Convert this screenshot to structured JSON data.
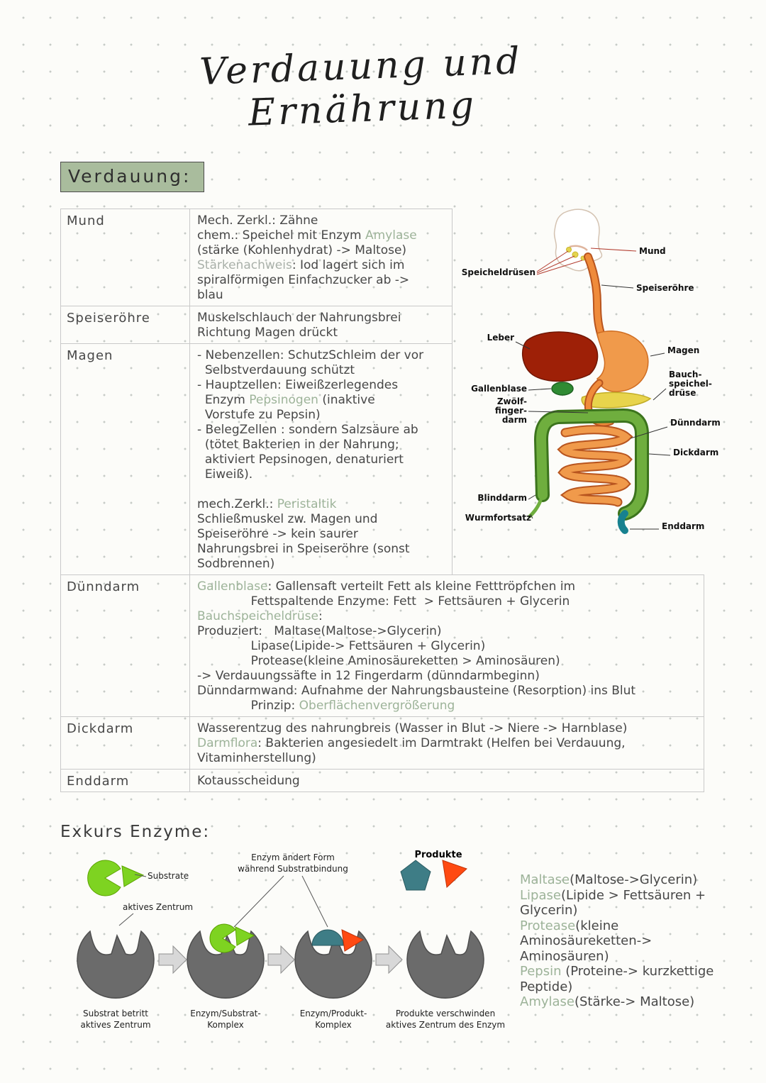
{
  "page": {
    "title": "Verdauung und Ernährung"
  },
  "sections": {
    "verdauung_heading": "Verdauung:",
    "exkurs_heading": "Exkurs Enzyme:"
  },
  "palette": {
    "highlight_green": "#9db399",
    "highlight_gray": "#a9b0a9",
    "heading_bg": "#a9bc9d",
    "organ_orange": "#f09a4b",
    "liver_red": "#9e2007",
    "colon_green": "#6fae3e",
    "pancreas_yellow": "#e8d44c",
    "gallbladder_green": "#2f8b33",
    "rectum_teal": "#17818f",
    "substrate_green": "#7ed321",
    "product_teal": "#3e7d86",
    "product_orange": "#ff4a12",
    "enzyme_gray": "#6b6b6b"
  },
  "table": {
    "rows": [
      {
        "label": "Mund",
        "content": [
          [
            {
              "t": "Mech. Zerkl.: Zähne"
            }
          ],
          [
            {
              "t": "chem.: Speichel mit Enzym "
            },
            {
              "t": "Amylase",
              "c": "hl"
            }
          ],
          [
            {
              "t": "(stärke (Kohlenhydrat) -> Maltose)"
            }
          ],
          [
            {
              "t": "Stärkenachweis",
              "c": "hl2"
            },
            {
              "t": ": Iod lagert sich im"
            }
          ],
          [
            {
              "t": "spiralförmigen Einfachzucker ab ->"
            }
          ],
          [
            {
              "t": "blau"
            }
          ]
        ]
      },
      {
        "label": "Speiseröhre",
        "content": [
          [
            {
              "t": "Muskelschlauch der Nahrungsbrei"
            }
          ],
          [
            {
              "t": "Richtung Magen drückt"
            }
          ]
        ]
      },
      {
        "label": "Magen",
        "content": [
          [
            {
              "t": "- Nebenzellen: SchutzSchleim der vor"
            }
          ],
          [
            {
              "t": "  Selbstverdauung schützt"
            }
          ],
          [
            {
              "t": "- Hauptzellen: Eiweißzerlegendes"
            }
          ],
          [
            {
              "t": "  Enzym "
            },
            {
              "t": "Pepsinogen",
              "c": "hl"
            },
            {
              "t": " (inaktive"
            }
          ],
          [
            {
              "t": "  Vorstufe zu Pepsin)"
            }
          ],
          [
            {
              "t": "- BelegZellen : sondern Salzsäure ab"
            }
          ],
          [
            {
              "t": "  (tötet Bakterien in der Nahrung;"
            }
          ],
          [
            {
              "t": "  aktiviert Pepsinogen, denaturiert"
            }
          ],
          [
            {
              "t": "  Eiweiß)."
            }
          ],
          [],
          [
            {
              "t": "mech.Zerkl.: "
            },
            {
              "t": "Peristaltik",
              "c": "hl"
            }
          ],
          [
            {
              "t": "Schließmuskel zw. Magen und"
            }
          ],
          [
            {
              "t": "Speiseröhre -> kein saurer"
            }
          ],
          [
            {
              "t": "Nahrungsbrei in Speiseröhre (sonst"
            }
          ],
          [
            {
              "t": "Sodbrennen)"
            }
          ]
        ]
      },
      {
        "label": "Dünndarm",
        "content": [
          [
            {
              "t": "Gallenblase",
              "c": "hl"
            },
            {
              "t": ": Gallensaft verteilt Fett als kleine Fetttröpfchen im"
            }
          ],
          [
            {
              "t": "              Fettspaltende Enzyme: Fett  > Fettsäuren + Glycerin"
            }
          ],
          [
            {
              "t": "Bauchspeicheldrüse",
              "c": "hl"
            },
            {
              "t": ":"
            }
          ],
          [
            {
              "t": "Produziert:   Maltase(Maltose->Glycerin)"
            }
          ],
          [
            {
              "t": "              Lipase(Lipide-> Fettsäuren + Glycerin)"
            }
          ],
          [
            {
              "t": "              Protease(kleine Aminosäureketten > Aminosäuren)"
            }
          ],
          [
            {
              "t": "-> Verdauungssäfte in 12 Fingerdarm (dünndarmbeginn)"
            }
          ],
          [
            {
              "t": "Dünndarmwand: Aufnahme der Nahrungsbausteine (Resorption) ins Blut"
            }
          ],
          [
            {
              "t": "              Prinzip: "
            },
            {
              "t": "Oberflächenvergrößerung",
              "c": "hl"
            }
          ]
        ]
      },
      {
        "label": "Dickdarm",
        "content": [
          [
            {
              "t": "Wasserentzug des nahrungbreis (Wasser in Blut -> Niere -> Harnblase)"
            }
          ],
          [
            {
              "t": "Darmflora",
              "c": "hl"
            },
            {
              "t": ": Bakterien angesiedelt im Darmtrakt (Helfen bei Verdauung,"
            }
          ],
          [
            {
              "t": "Vitaminherstellung)"
            }
          ]
        ]
      },
      {
        "label": "Enddarm",
        "content": [
          [
            {
              "t": "Kotausscheidung"
            }
          ]
        ]
      }
    ]
  },
  "anatomy": {
    "labels": {
      "mund": "Mund",
      "speicheldruesen": "Speicheldrüsen",
      "speiseroehre": "Speiseröhre",
      "leber": "Leber",
      "magen": "Magen",
      "gallenblase": "Gallenblase",
      "zwoelf_l1": "Zwölf-",
      "zwoelf_l2": "finger-",
      "zwoelf_l3": "darm",
      "bauch_l1": "Bauch-",
      "bauch_l2": "speichel-",
      "bauch_l3": "drüse",
      "duenndarm": "Dünndarm",
      "dickdarm": "Dickdarm",
      "blinddarm": "Blinddarm",
      "wurmfortsatz": "Wurmfortsatz",
      "enddarm": "Enddarm"
    }
  },
  "enzymes": {
    "labels": {
      "substrate": "Substrate",
      "aktives_zentrum": "aktives Zentrum",
      "form_line1": "Enzym ändert Form",
      "form_line2": "während Substratbindung",
      "produkte": "Produkte",
      "cap1a": "Substrat betritt",
      "cap1b": "aktives Zentrum",
      "cap2a": "Enzym/Substrat-",
      "cap2b": "Komplex",
      "cap3a": "Enzym/Produkt-",
      "cap3b": "Komplex",
      "cap4a": "Produkte verschwinden",
      "cap4b": "aktives Zentrum des Enzym"
    },
    "list": [
      [
        {
          "t": "Maltase",
          "c": "hl"
        },
        {
          "t": "(Maltose->Glycerin)"
        }
      ],
      [
        {
          "t": "Lipase",
          "c": "hl"
        },
        {
          "t": "(Lipide > Fettsäuren +"
        }
      ],
      [
        {
          "t": "Glycerin)"
        }
      ],
      [
        {
          "t": "Protease",
          "c": "hl"
        },
        {
          "t": "(kleine"
        }
      ],
      [
        {
          "t": "Aminosäureketten->"
        }
      ],
      [
        {
          "t": "Aminosäuren)"
        }
      ],
      [
        {
          "t": "Pepsin",
          "c": "hl"
        },
        {
          "t": " (Proteine-> kurzkettige"
        }
      ],
      [
        {
          "t": "Peptide)"
        }
      ],
      [
        {
          "t": "Amylase",
          "c": "hl"
        },
        {
          "t": "(Stärke-> Maltose)"
        }
      ]
    ]
  }
}
